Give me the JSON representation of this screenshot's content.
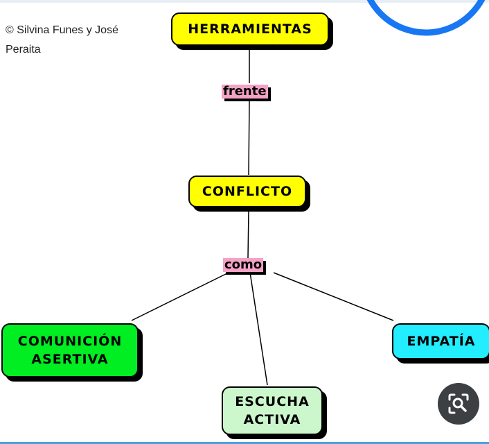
{
  "credit": {
    "line1": "© Silvina Funes y José",
    "line2": "Peraita"
  },
  "nodes": {
    "herramientas": "HERRAMIENTAS",
    "conflicto": "CONFLICTO",
    "comunicacion_line1": "COMUNICIÓN",
    "comunicacion_line2": "ASERTIVA",
    "escucha_line1": "ESCUCHA",
    "escucha_line2": "ACTIVA",
    "empatia": "EMPATÍA"
  },
  "links": {
    "frente": "frente",
    "como": "como"
  },
  "colors": {
    "yellow": "#ffff00",
    "green": "#00ee22",
    "light_green": "#ccf7cc",
    "cyan": "#22eeff",
    "pink": "#f4a2c6",
    "blue_ring": "#1877f2",
    "lens_button": "#3c4043"
  },
  "icons": {
    "lens": "image-search-icon",
    "ring": "circle-outline-icon"
  }
}
